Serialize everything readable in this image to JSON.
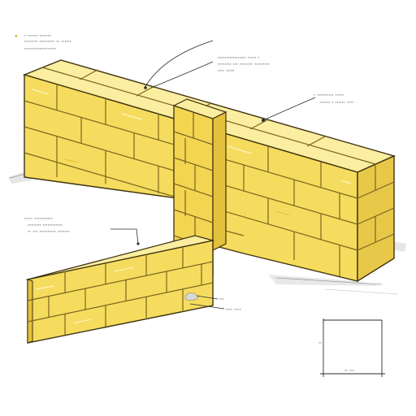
{
  "colors": {
    "brick_face": "#f5dc5e",
    "brick_top": "#fbeea0",
    "brick_shadow": "#e3c13c",
    "outline": "#3e3210",
    "ground": "#9a9a9a"
  },
  "icons": [
    "top-left-legend-bullet-icon",
    "scale-bracket-icon"
  ],
  "labels": {
    "legend_line_1": "ꞏ ꞏꞏꞏꞏꞏꞏ ꞏꞏꞏꞏꞏꞏꞏ",
    "legend_line_2": "ꞏꞏꞏꞏꞏꞏꞏꞏ ꞏꞏꞏꞏꞏꞏꞏꞏꞏ ꞏꞏ ꞏꞏꞏꞏꞏꞏ",
    "legend_line_3": "ꞏꞏꞏꞏꞏꞏꞏꞏꞏꞏꞏꞏꞏꞏꞏꞏꞏꞏꞏ",
    "top_callout_1": "ꞏꞏꞏꞏꞏꞏꞏꞏꞏꞏꞏꞏꞏꞏꞏꞏꞏ ꞏꞏꞏꞏꞏ ꞏ",
    "top_callout_2": "ꞏꞏꞏꞏꞏꞏꞏꞏ ꞏꞏꞏ ꞏꞏꞏꞏꞏꞏꞏꞏ ꞏꞏꞏꞏꞏꞏꞏꞏꞏ",
    "top_callout_3": "ꞏꞏꞏꞏ ꞏꞏꞏꞏꞏ",
    "right_callout_1": "ꞏ ꞏꞏꞏꞏꞏꞏꞏꞏꞏꞏ ꞏꞏꞏꞏꞏ",
    "right_callout_2": "ꞏꞏꞏꞏꞏꞏ ꞏ ꞏꞏꞏꞏꞏꞏ ꞏꞏꞏꞏ",
    "left_callout_1": "ꞏꞏꞏꞏꞏ ꞏꞏꞏꞏꞏꞏꞏꞏꞏꞏꞏ",
    "left_callout_2": "ꞏꞏꞏꞏꞏꞏꞏꞏ ꞏꞏꞏꞏꞏꞏꞏꞏꞏꞏꞏꞏ",
    "left_callout_3": "ꞏꞏ ꞏꞏꞏ ꞏꞏꞏꞏꞏꞏꞏꞏꞏꞏ ꞏꞏꞏꞏꞏꞏꞏ",
    "bottom_callout_1": "ꞏꞏꞏ",
    "bottom_callout_2": "ꞏꞏꞏꞏ ꞏꞏꞏꞏ",
    "scale_left": "ꞏꞏ",
    "scale_bottom": "ꞏꞏ ꞏꞏꞏ"
  }
}
